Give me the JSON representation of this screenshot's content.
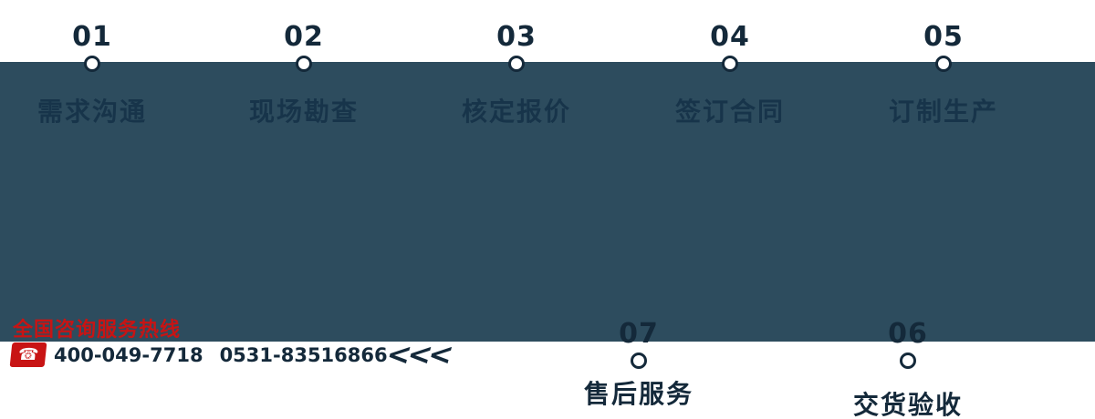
{
  "theme": {
    "band_color": "#2d4c5e",
    "text_navy": "#14293a",
    "accent_red": "#c81414",
    "dot_fill": "#ffffff"
  },
  "steps_top": [
    {
      "number": "01",
      "label": "需求沟通"
    },
    {
      "number": "02",
      "label": "现场勘查"
    },
    {
      "number": "03",
      "label": "核定报价"
    },
    {
      "number": "04",
      "label": "签订合同"
    },
    {
      "number": "05",
      "label": "订制生产"
    }
  ],
  "steps_bottom": [
    {
      "number": "07",
      "label": "售后服务"
    },
    {
      "number": "06",
      "label": "交货验收"
    }
  ],
  "hotline": {
    "title": "全国咨询服务热线",
    "icon": "phone-icon",
    "icon_glyph": "☎",
    "phones": [
      "400-049-7718",
      "0531-83516866"
    ]
  },
  "flow_arrows": "<<<"
}
